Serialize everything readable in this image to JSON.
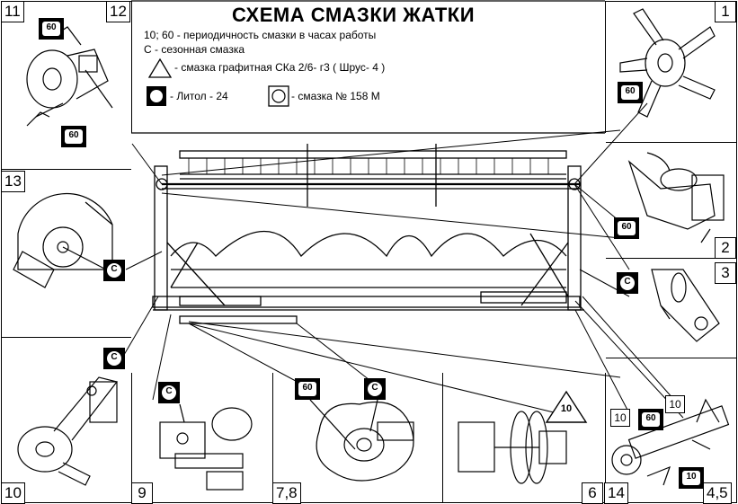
{
  "title": "СХЕМА СМАЗКИ ЖАТКИ",
  "legend": {
    "hours": "10; 60  - периодичность смазки в часах работы",
    "seasonal": "С - сезонная смазка",
    "graphite": "- смазка графитная СКа 2/6- г3 ( Шрус- 4 )",
    "litol": "- Литол - 24",
    "grease158": "- смазка № 158 М"
  },
  "panels": {
    "p1": "1",
    "p2": "2",
    "p3": "3",
    "p45": "4,5",
    "p6": "6",
    "p78": "7,8",
    "p9": "9",
    "p10": "10",
    "p11": "11",
    "p12": "12",
    "p13": "13",
    "p14": "14"
  },
  "badges": {
    "b60": "60",
    "b10": "10",
    "bC": "С"
  },
  "colors": {
    "line": "#000000",
    "background": "#ffffff"
  }
}
